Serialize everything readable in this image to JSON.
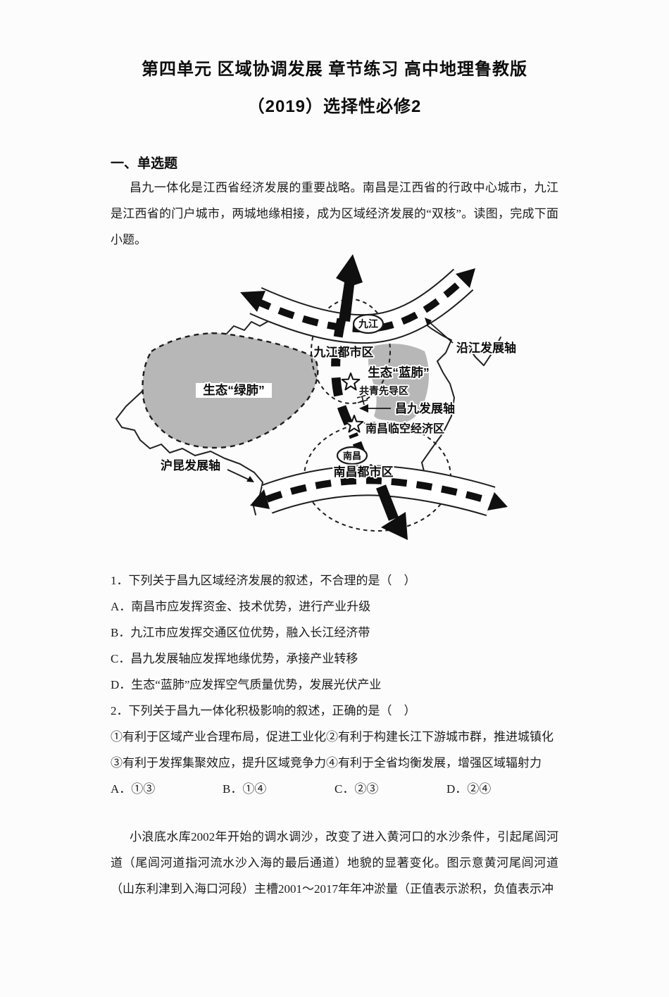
{
  "title": {
    "line1": "第四单元 区域协调发展 章节练习 高中地理鲁教版",
    "line2": "（2019）选择性必修2"
  },
  "section": {
    "heading": "一、单选题"
  },
  "passage1": {
    "text": "昌九一体化是江西省经济发展的重要战略。南昌是江西省的行政中心城市，九江是江西省的门户城市，两城地缘相接，成为区域经济发展的“双核”。读图，完成下面小题。"
  },
  "map": {
    "city_jiujiang": "九江",
    "jiujiang_metro": "九江都市区",
    "eco_blue_lung": "生态“蓝肺”",
    "eco_green_lung": "生态“绿肺”",
    "gongqing_pilot_zone": "共青先导区",
    "changjiu_dev_axis": "昌九发展轴",
    "nanchang_air_economic_zone": "南昌临空经济区",
    "city_nanchang": "南昌",
    "nanchang_metro": "南昌都市区",
    "hukun_dev_axis": "沪昆发展轴",
    "riverside_dev_axis": "沿江发展轴"
  },
  "question1": {
    "number": "1．",
    "stem": "下列关于昌九区域经济发展的叙述，不合理的是（　）",
    "options": [
      {
        "label": "A．",
        "text": "南昌市应发挥资金、技术优势，进行产业升级"
      },
      {
        "label": "B．",
        "text": "九江市应发挥交通区位优势，融入长江经济带"
      },
      {
        "label": "C．",
        "text": "昌九发展轴应发挥地缘优势，承接产业转移"
      },
      {
        "label": "D．",
        "text": "生态“蓝肺”应发挥空气质量优势，发展光伏产业"
      }
    ]
  },
  "question2": {
    "number": "2．",
    "stem": "下列关于昌九一体化积极影响的叙述，正确的是（　）",
    "statements_line1": "①有利于区域产业合理布局，促进工业化②有利于构建长江下游城市群，推进城镇化",
    "statements_line2": "③有利于发挥集聚效应，提升区域竞争力④有利于全省均衡发展，增强区域辐射力",
    "options": [
      {
        "label": "A．",
        "text": "①③"
      },
      {
        "label": "B．",
        "text": "①④"
      },
      {
        "label": "C．",
        "text": "②③"
      },
      {
        "label": "D．",
        "text": "②④"
      }
    ]
  },
  "passage2": {
    "text": "小浪底水库2002年开始的调水调沙，改变了进入黄河口的水沙条件，引起尾闾河道（尾闾河道指河流水沙入海的最后通道）地貌的显著变化。图示意黄河尾闾河道（山东利津到入海口河段）主槽2001～2017年年冲淤量（正值表示淤积，负值表示冲"
  }
}
